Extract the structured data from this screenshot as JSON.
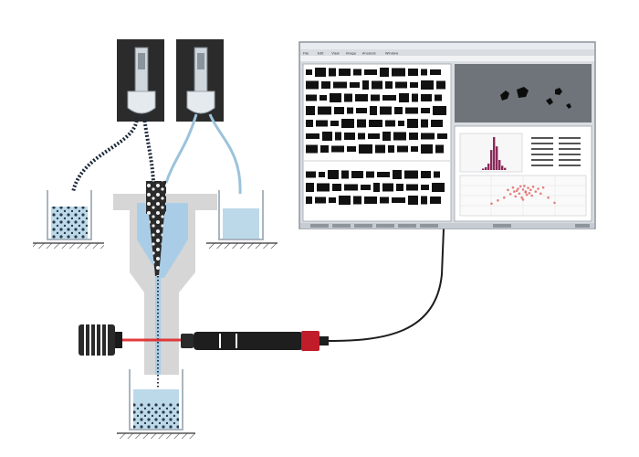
{
  "diagram": {
    "caption": "",
    "colors": {
      "background": "#ffffff",
      "pump_body": "#2b2b2b",
      "tube_light": "#9cc3dc",
      "tube_dark": "#1c2a3a",
      "liquid": "#bcd9ea",
      "cell_body": "#d6d6d6",
      "cell_flow": "#a9cde6",
      "laser": "#e0282a",
      "camera_body": "#1e1e1e",
      "camera_cap": "#c01c2a",
      "monitor_frame": "#d9dde2",
      "histogram": "#8a2a5a",
      "scatter": "#e06a6a"
    },
    "icons": {
      "left_pump": "syringe-pump-icon",
      "right_pump": "syringe-pump-icon",
      "light_source": "led-light-icon",
      "camera": "camera-lens-icon",
      "monitor": "monitor-icon"
    }
  },
  "screen": {
    "menu_items": [
      "File",
      "Edit",
      "View",
      "Image",
      "Analysis",
      "Window"
    ],
    "histogram_bars": [
      2,
      4,
      9,
      28,
      46,
      33,
      14,
      6,
      3
    ],
    "scatter_points": [
      [
        0.42,
        0.3
      ],
      [
        0.45,
        0.38
      ],
      [
        0.48,
        0.27
      ],
      [
        0.5,
        0.35
      ],
      [
        0.52,
        0.42
      ],
      [
        0.54,
        0.31
      ],
      [
        0.47,
        0.45
      ],
      [
        0.44,
        0.52
      ],
      [
        0.56,
        0.36
      ],
      [
        0.58,
        0.28
      ],
      [
        0.53,
        0.48
      ],
      [
        0.49,
        0.55
      ],
      [
        0.6,
        0.4
      ],
      [
        0.46,
        0.33
      ],
      [
        0.51,
        0.26
      ],
      [
        0.55,
        0.44
      ],
      [
        0.43,
        0.4
      ],
      [
        0.57,
        0.5
      ],
      [
        0.4,
        0.46
      ],
      [
        0.62,
        0.33
      ],
      [
        0.38,
        0.36
      ],
      [
        0.64,
        0.45
      ],
      [
        0.35,
        0.55
      ],
      [
        0.66,
        0.3
      ],
      [
        0.5,
        0.6
      ],
      [
        0.3,
        0.62
      ],
      [
        0.7,
        0.55
      ],
      [
        0.25,
        0.7
      ],
      [
        0.75,
        0.68
      ],
      [
        0.52,
        0.4
      ]
    ]
  }
}
